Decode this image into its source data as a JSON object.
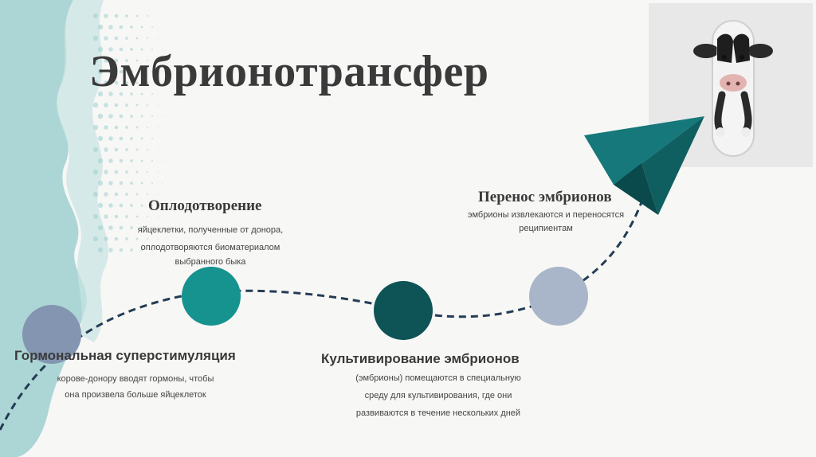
{
  "title": "Эмбрионотрансфер",
  "photo": {
    "subject": "cow-in-test-tube"
  },
  "colors": {
    "splash": "#9fd0cf",
    "path": "#243c55",
    "step1": "#8395b0",
    "step2": "#16928f",
    "step3": "#0e5457",
    "step4": "#a9b6c9",
    "arrow": "#16787a"
  },
  "steps": [
    {
      "title": "Гормональная суперстимуляция",
      "desc": [
        "корове-донору вводят гормоны, чтобы",
        "она произвела больше яйцеклеток"
      ]
    },
    {
      "title": "Оплодотворение",
      "desc": [
        "яйцеклетки, полученные от донора,",
        "оплодотворяются биоматериалом",
        "выбранного быка"
      ]
    },
    {
      "title": "Культивирование эмбрионов",
      "desc": [
        "(эмбрионы) помещаются в специальную",
        "среду для культивирования, где они",
        "развиваются в течение нескольких дней"
      ]
    },
    {
      "title": "Перенос эмбрионов",
      "desc": [
        "эмбрионы извлекаются и переносятся",
        "реципиентам"
      ]
    }
  ]
}
